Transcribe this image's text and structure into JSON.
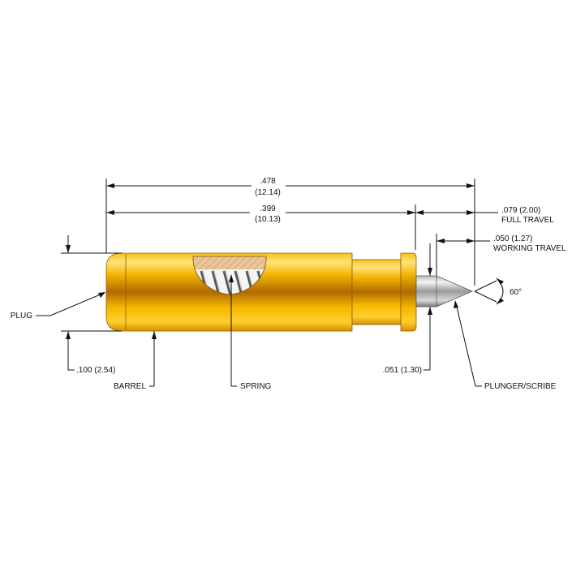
{
  "dimensions": {
    "overall_in": ".478",
    "overall_mm": "(12.14)",
    "barrel_in": ".399",
    "barrel_mm": "(10.13)",
    "full_travel_value": ".079 (2.00)",
    "full_travel_label": "FULL TRAVEL",
    "working_travel_value": ".050 (1.27)",
    "working_travel_label": "WORKING TRAVEL",
    "barrel_diameter": ".100 (2.54)",
    "plunger_diameter": ".051 (1.30)",
    "tip_angle": "60°"
  },
  "parts": {
    "plug": "PLUG",
    "barrel": "BARREL",
    "spring": "SPRING",
    "plunger": "PLUNGER/SCRIBE"
  },
  "colors": {
    "gold_light": "#ffd84a",
    "gold_mid": "#f2b800",
    "gold_dark": "#b86f00",
    "steel_light": "#e8e8e8",
    "steel_dark": "#7a7a7a"
  }
}
